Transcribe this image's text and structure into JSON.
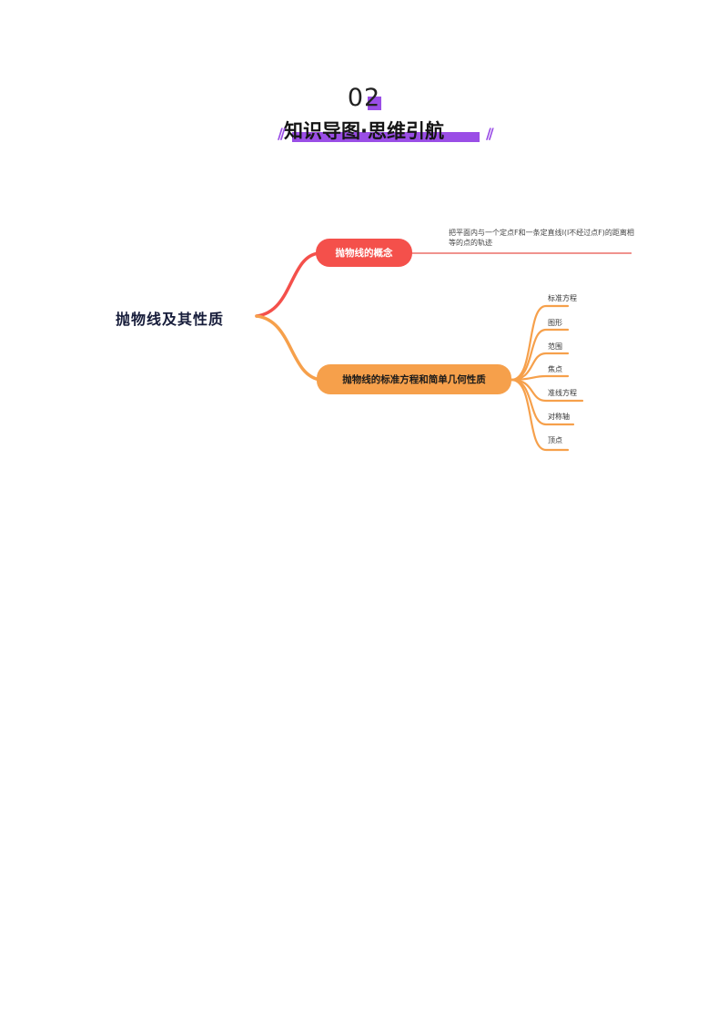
{
  "header": {
    "section_number": "02",
    "section_title": "知识导图·思维引航",
    "slashes": "//",
    "accent_color": "#9a4ee6"
  },
  "mindmap": {
    "root": "抛物线及其性质",
    "branches": [
      {
        "label": "抛物线的概念",
        "color": "#f4504b",
        "definition": "把平面内与一个定点F和一条定直线l(l不经过点F)的距离相等的点的轨迹"
      },
      {
        "label": "抛物线的标准方程和简单几何性质",
        "color": "#f6a04b",
        "leaves": [
          "标准方程",
          "图形",
          "范围",
          "焦点",
          "准线方程",
          "对称轴",
          "顶点"
        ]
      }
    ]
  }
}
